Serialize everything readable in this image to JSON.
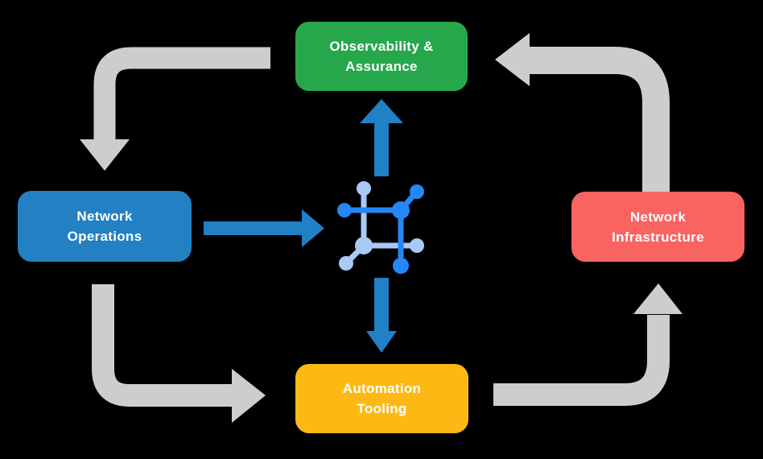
{
  "colors": {
    "background": "#000000",
    "flow_arrow": "#cdcdcd",
    "data_arrow": "#2180c6",
    "icon_primary": "#2487f5",
    "icon_secondary": "#a9c9f7",
    "node_text": "#ffffff"
  },
  "nodes": {
    "observability": {
      "label": [
        "Observability &",
        "Assurance"
      ],
      "color": "#27a74b"
    },
    "operations": {
      "label": [
        "Network",
        "Operations"
      ],
      "color": "#2380c3"
    },
    "infrastructure": {
      "label": [
        "Network",
        "Infrastructure"
      ],
      "color": "#f96360"
    },
    "automation": {
      "label": [
        "Automation",
        "Tooling"
      ],
      "color": "#fdb913"
    }
  },
  "icon": {
    "name": "network-mesh-icon"
  }
}
